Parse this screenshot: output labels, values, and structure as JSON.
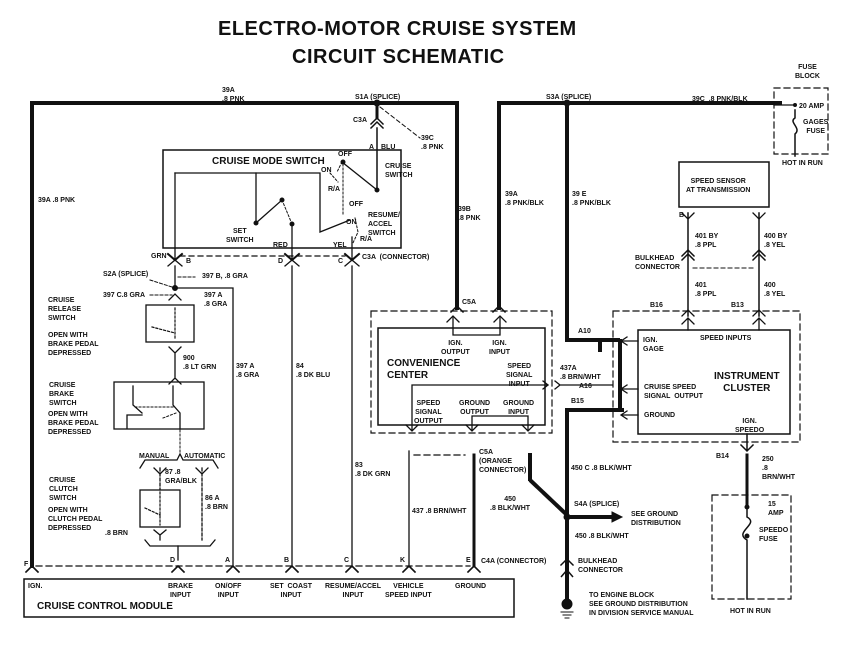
{
  "title": {
    "line1": "ELECTRO-MOTOR CRUISE SYSTEM",
    "line2": "CIRCUIT SCHEMATIC"
  },
  "colors": {
    "ink": "#111111",
    "paper": "#ffffff"
  },
  "wires": {
    "w39a_top": "39A\n.8 PNK",
    "w39a_left": "39A .8 PNK",
    "s1a": "S1A (SPLICE)",
    "c3a_top": "C3A",
    "a_blu": "A",
    "blu": "BLU",
    "w39c_pnk": "39C\n.8 PNK",
    "w39b": "39B\n.8 PNK",
    "s3a": "S3A (SPLICE)",
    "w39c_pnkblk": "39C  .8 PNK/BLK",
    "w39a_pnkblk": "39A\n.8 PNK/BLK",
    "w39e": "39 E\n.8 PNK/BLK",
    "grn": "GRN",
    "pin_b": "B",
    "red": "RED",
    "pin_d": "D",
    "yel": "YEL",
    "pin_c": "C",
    "c3a_conn": "C3A  (CONNECTOR)",
    "s2a": "S2A (SPLICE)",
    "w397b": "397 B, .8 GRA",
    "w397c": "397 C.8 GRA",
    "w397a_1": "397 A\n.8 GRA",
    "w397a_2": "397 A\n.8 GRA",
    "w900": "900\n.8 LT GRN",
    "w84": "84\n.8 DK BLU",
    "w83": "83\n.8 DK GRN",
    "w87": "87 .8\nGRA/BLK",
    "w86a": "86 A\n.8 BRN",
    "w8brn": ".8 BRN",
    "manual": "MANUAL",
    "automatic": "AUTOMATIC",
    "c5a_top": "C5A",
    "c5a_orange": "C5A\n(ORANGE\nCONNECTOR)",
    "w437": "437 .8 BRN/WHT",
    "w437a": "437A\n.8 BRN/WHT",
    "a16": "A16",
    "b15": "B15",
    "a10": "A10",
    "w450": "450\n.8 BLK/WHT",
    "w450c": "450 C .8 BLK/WHT",
    "s4a": "S4A (SPLICE)",
    "see_ground": "SEE GROUND\nDISTRIBUTION",
    "w450_lower": "450 .8 BLK/WHT",
    "bulkhead_lower": "BULKHEAD\nCONNECTOR",
    "engine_block": "TO ENGINE BLOCK\nSEE GROUND DISTRIBUTION\nIN DIVISION SERVICE MANUAL",
    "c4a": "C4A (CONNECTOR)",
    "pin_f": "F",
    "pin_d2": "D",
    "pin_a2": "A",
    "pin_b2": "B",
    "pin_c2": "C",
    "pin_k": "K",
    "pin_e": "E",
    "w401by": "401 BY\n.8 PPL",
    "w400by": "400 BY\n.8 YEL",
    "w401": "401\n.8 PPL",
    "w400": "400\n.8 YEL",
    "bulkhead_upper": "BULKHEAD\nCONNECTOR",
    "b_sensor": "B",
    "b16": "B16",
    "b13": "B13",
    "b14": "B14",
    "w250": "250\n.8\nBRN/WHT"
  },
  "components": {
    "mode_switch": {
      "title": "CRUISE MODE SWITCH",
      "off1": "OFF",
      "on1": "ON",
      "ra1": "R/A",
      "cruise_switch": "CRUISE\nSWITCH",
      "off2": "OFF",
      "on2": "ON",
      "ra2": "R/A",
      "resume_accel": "RESUME/\nACCEL\nSWITCH",
      "set_switch": "SET\nSWITCH"
    },
    "release_switch": {
      "name": "CRUISE\nRELEASE\nSWITCH",
      "note": "OPEN WITH\nBRAKE PEDAL\nDEPRESSED"
    },
    "brake_switch": {
      "name": "CRUISE\nBRAKE\nSWITCH",
      "note": "OPEN WITH\nBRAKE PEDAL\nDEPRESSED"
    },
    "clutch_switch": {
      "name": "CRUISE\nCLUTCH\nSWITCH",
      "note": "OPEN WITH\nCLUTCH PEDAL\nDEPRESSED"
    },
    "convenience_center": {
      "name": "CONVENIENCE\nCENTER",
      "ign_output": "IGN.\nOUTPUT",
      "ign_input": "IGN.\nINPUT",
      "speed_signal_input": "SPEED\nSIGNAL\nINPUT",
      "speed_signal_output": "SPEED\nSIGNAL\nOUTPUT",
      "ground_output": "GROUND\nOUTPUT",
      "ground_input": "GROUND\nINPUT"
    },
    "instrument_cluster": {
      "name": "INSTRUMENT\nCLUSTER",
      "speed_inputs": "SPEED INPUTS",
      "ign_gage": "IGN.\nGAGE",
      "cruise_speed": "CRUISE SPEED\nSIGNAL  OUTPUT",
      "ground": "GROUND",
      "ign_speedo": "IGN.\nSPEEDO"
    },
    "speed_sensor": {
      "name": "SPEED SENSOR\nAT TRANSMISSION"
    },
    "fuse_block": {
      "name": "FUSE\nBLOCK",
      "amp": "20 AMP",
      "fuse": "GAGES\nFUSE",
      "hot": "HOT IN RUN"
    },
    "speedo_fuse": {
      "amp": "15\nAMP",
      "fuse": "SPEEDO\nFUSE",
      "hot": "HOT IN RUN"
    },
    "module": {
      "name": "CRUISE CONTROL MODULE",
      "ign": "IGN.",
      "brake_input": "BRAKE\nINPUT",
      "onoff_input": "ON/OFF\nINPUT",
      "set_coast": "SET  COAST\nINPUT",
      "resume_accel": "RESUME/ACCEL\nINPUT",
      "vehicle_speed": "VEHICLE\nSPEED INPUT",
      "ground": "GROUND"
    }
  }
}
